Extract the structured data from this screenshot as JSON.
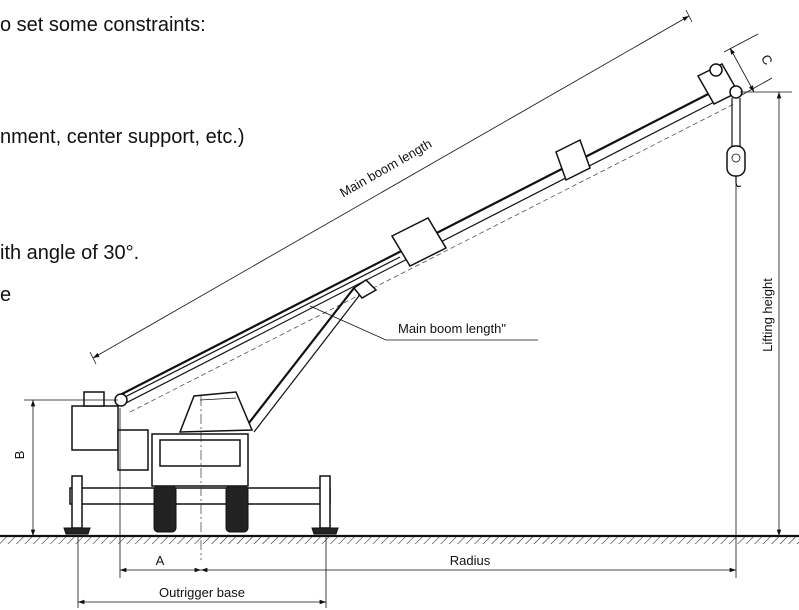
{
  "notes": [
    "o set some constraints:",
    "nment, center support, etc.)",
    "ith angle of 30°.",
    "e"
  ],
  "labels": {
    "main_boom_length": "Main boom length",
    "main_boom_length_2": "Main boom length\"",
    "lifting_height": "Lifting height",
    "radius": "Radius",
    "outrigger_base": "Outrigger base",
    "dim_a": "A",
    "dim_b": "B",
    "dim_c": "C"
  }
}
